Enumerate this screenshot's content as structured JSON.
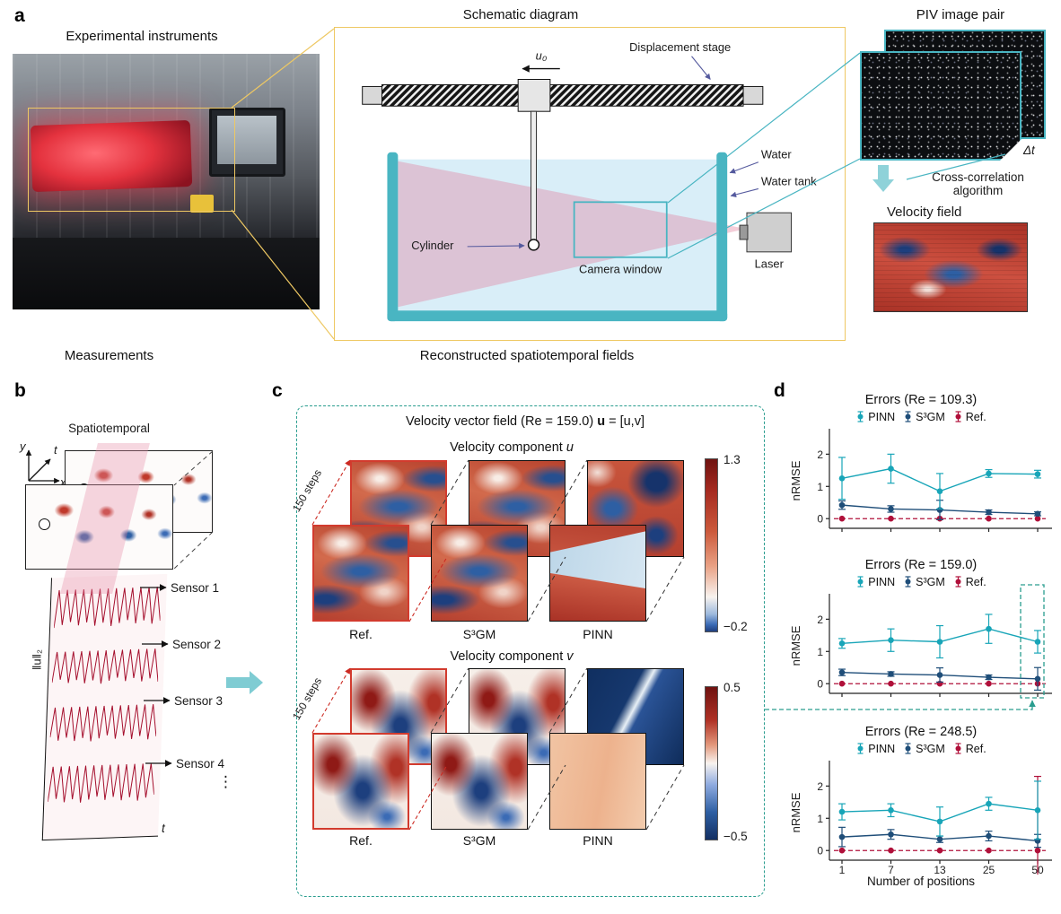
{
  "accents": {
    "teal": "#49b5c2",
    "yellow_frame": "#eec863",
    "dashed_green": "#2a9d8f",
    "flow_red": "#c0392b",
    "flow_blue": "#2e5fa3"
  },
  "panel_a": {
    "label": "a",
    "photo_title": "Experimental instruments",
    "schematic_title": "Schematic diagram",
    "u0": "u₀",
    "displacement_stage": "Displacement stage",
    "water": "Water",
    "water_tank": "Water tank",
    "cylinder": "Cylinder",
    "camera_window": "Camera window",
    "laser": "Laser",
    "piv_title": "PIV image pair",
    "dt": "Δt",
    "cross_correlation": "Cross-correlation algorithm",
    "velocity_field_title": "Velocity field"
  },
  "panel_b": {
    "label": "b",
    "title": "Measurements",
    "subtitle": "Spatiotemporal",
    "axis_x": "x",
    "axis_y": "y",
    "axis_t": "t",
    "norm_label": "‖u‖₂",
    "sensors": [
      "Sensor 1",
      "Sensor 2",
      "Sensor 3",
      "Sensor 4"
    ],
    "ellipsis": "⋮",
    "t_axis": "t"
  },
  "panel_c": {
    "label": "c",
    "title": "Reconstructed spatiotemporal fields",
    "field_title_prefix": "Velocity vector field (Re = 159.0) ",
    "field_title_bold": "u",
    "field_title_suffix": " = [u,v]",
    "component_u_prefix": "Velocity component ",
    "component_u_var": "u",
    "component_v_prefix": "Velocity component ",
    "component_v_var": "v",
    "steps_label": "150 steps",
    "methods": [
      "Ref.",
      "S³GM",
      "PINN"
    ],
    "colorbar_u": {
      "max": "1.3",
      "min": "−0.2"
    },
    "colorbar_v": {
      "max": "0.5",
      "min": "−0.5"
    }
  },
  "panel_d": {
    "label": "d"
  },
  "chart_data": [
    {
      "type": "scatter",
      "title": "Errors (Re = 109.3)",
      "x_categories": [
        "1",
        "7",
        "13",
        "25",
        "50"
      ],
      "xlabel": "",
      "ylabel": "nRMSE",
      "ylim": [
        -0.3,
        2.65
      ],
      "yticks": [
        0,
        1,
        2
      ],
      "grid": false,
      "legend_position": "top",
      "series": [
        {
          "name": "PINN",
          "color": "#18a5b8",
          "values": [
            1.25,
            1.55,
            0.85,
            1.4,
            1.38
          ],
          "errors": [
            0.65,
            0.45,
            0.55,
            0.12,
            0.12
          ]
        },
        {
          "name": "S³GM",
          "color": "#1f4e79",
          "values": [
            0.42,
            0.3,
            0.27,
            0.2,
            0.15
          ],
          "errors": [
            0.13,
            0.1,
            0.3,
            0.07,
            0.06
          ]
        },
        {
          "name": "Ref.",
          "color": "#b0103a",
          "values": [
            0,
            0,
            0,
            0,
            0
          ],
          "errors": [
            0,
            0,
            0,
            0,
            0
          ],
          "style": "dashed-line"
        }
      ]
    },
    {
      "type": "scatter",
      "title": "Errors (Re = 159.0)",
      "x_categories": [
        "1",
        "7",
        "13",
        "25",
        "50"
      ],
      "xlabel": "",
      "ylabel": "nRMSE",
      "ylim": [
        -0.3,
        2.65
      ],
      "yticks": [
        0,
        1,
        2
      ],
      "grid": false,
      "legend_position": "top",
      "highlight": "dashed box around x=50 points linked to panel c",
      "series": [
        {
          "name": "PINN",
          "color": "#18a5b8",
          "values": [
            1.25,
            1.35,
            1.3,
            1.7,
            1.3
          ],
          "errors": [
            0.15,
            0.35,
            0.5,
            0.45,
            0.35
          ]
        },
        {
          "name": "S³GM",
          "color": "#1f4e79",
          "values": [
            0.35,
            0.3,
            0.27,
            0.2,
            0.15
          ],
          "errors": [
            0.1,
            0.07,
            0.22,
            0.07,
            0.35
          ]
        },
        {
          "name": "Ref.",
          "color": "#b0103a",
          "values": [
            0,
            0,
            0,
            0,
            0
          ],
          "errors": [
            0,
            0,
            0,
            0,
            0
          ],
          "style": "dashed-line"
        }
      ]
    },
    {
      "type": "scatter",
      "title": "Errors (Re = 248.5)",
      "x_categories": [
        "1",
        "7",
        "13",
        "25",
        "50"
      ],
      "xlabel": "Number of positions",
      "ylabel": "nRMSE",
      "ylim": [
        -0.3,
        2.65
      ],
      "yticks": [
        0,
        1,
        2
      ],
      "grid": false,
      "legend_position": "top",
      "series": [
        {
          "name": "PINN",
          "color": "#18a5b8",
          "values": [
            1.2,
            1.25,
            0.9,
            1.45,
            1.25
          ],
          "errors": [
            0.25,
            0.2,
            0.45,
            0.2,
            0.9
          ]
        },
        {
          "name": "S³GM",
          "color": "#1f4e79",
          "values": [
            0.42,
            0.5,
            0.35,
            0.45,
            0.3
          ],
          "errors": [
            0.3,
            0.15,
            0.1,
            0.15,
            0.2
          ]
        },
        {
          "name": "Ref.",
          "color": "#b0103a",
          "values": [
            0,
            0,
            0,
            0,
            0
          ],
          "errors": [
            0,
            0,
            0,
            0,
            2.3
          ],
          "style": "dashed-line"
        }
      ]
    }
  ]
}
